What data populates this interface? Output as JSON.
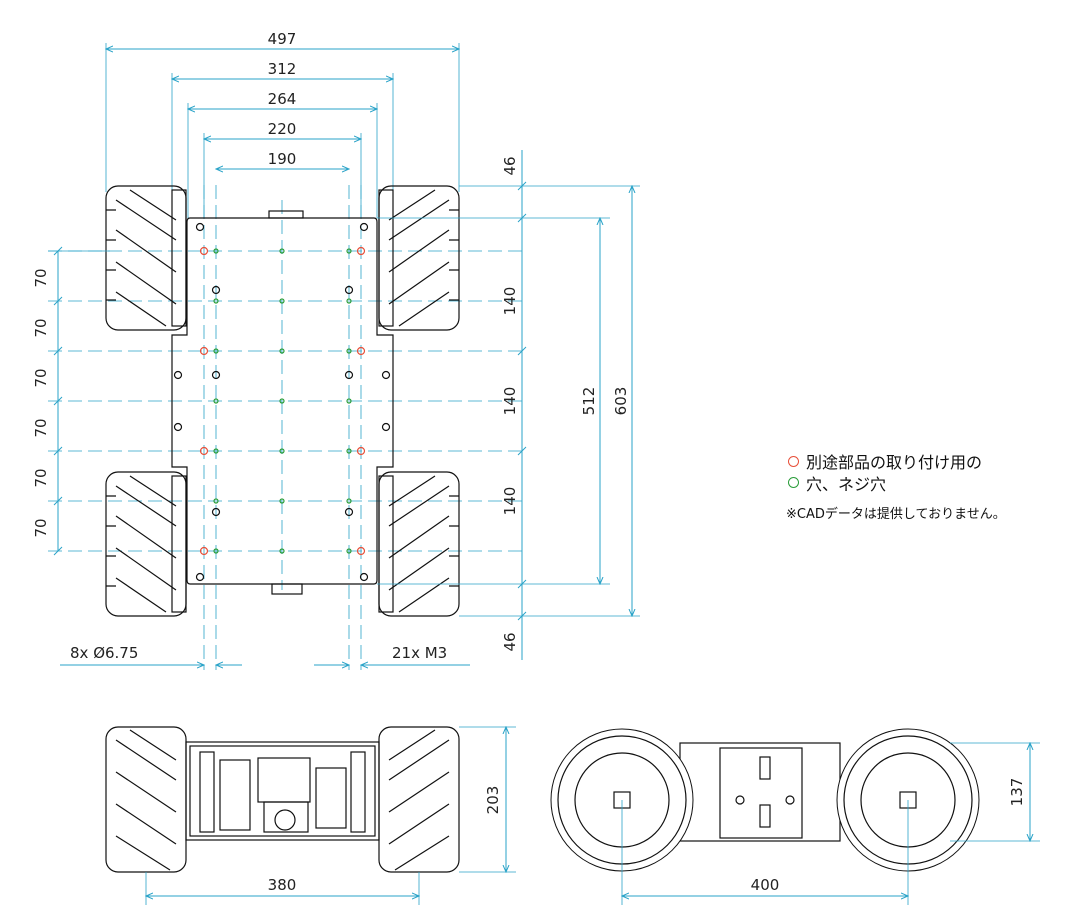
{
  "top_dims": [
    "497",
    "312",
    "264",
    "220",
    "190"
  ],
  "left_dims": [
    "70",
    "70",
    "70",
    "70",
    "70",
    "70"
  ],
  "right_inner_dims": [
    "46",
    "140",
    "140",
    "140",
    "46"
  ],
  "right_total_dims": [
    "512",
    "603"
  ],
  "hole_labels": {
    "left": "8x  Ø6.75",
    "right": "21x  M3"
  },
  "bottom_left_dims": {
    "width": "380",
    "height": "203"
  },
  "bottom_right_dims": {
    "width": "400",
    "height": "137"
  },
  "legend": {
    "line1": "別途部品の取り付け用の",
    "line2": "穴、ネジ穴",
    "note": "※CADデータは提供しておりません。"
  },
  "colors": {
    "dimension": "#2aa3c8",
    "red_hole": "#e8503a",
    "green_hole": "#2a9d3a",
    "outline": "#111111"
  }
}
